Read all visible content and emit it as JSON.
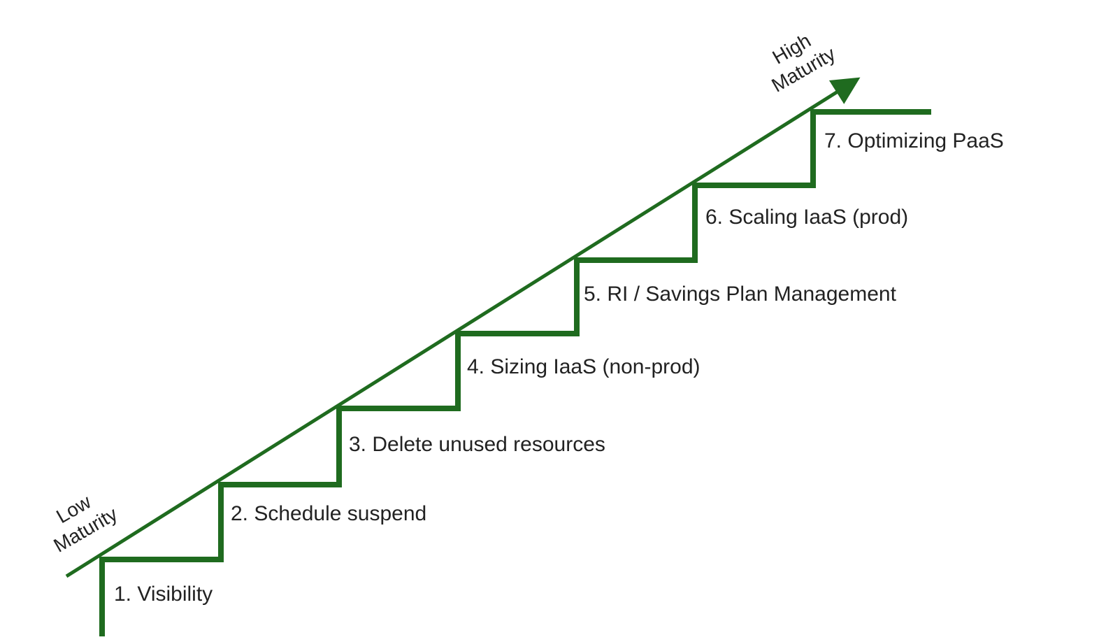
{
  "diagram": {
    "line_color": "#1f6b1f",
    "text_color": "#222222",
    "low_label": [
      "Low",
      "Maturity"
    ],
    "high_label": [
      "High",
      "Maturity"
    ],
    "steps": [
      "1. Visibility",
      "2. Schedule suspend",
      "3. Delete unused resources",
      "4. Sizing IaaS (non-prod)",
      "5. RI / Savings Plan Management",
      "6. Scaling IaaS (prod)",
      "7. Optimizing PaaS"
    ]
  }
}
